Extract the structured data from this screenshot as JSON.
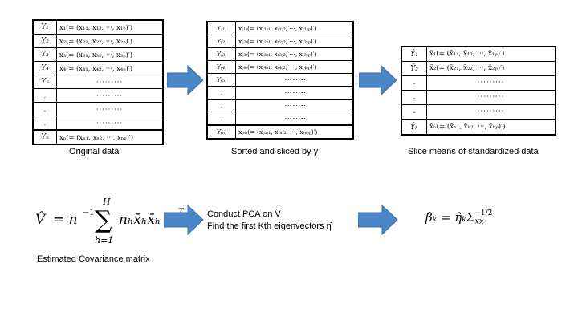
{
  "table_original": {
    "rows": [
      {
        "y": "Y₁",
        "x": "x₁(= (x₁₁, x₁₂, ···, x₁ₚ)′)"
      },
      {
        "y": "Y₂",
        "x": "x₂(= (x₂₁, x₂₂, ···, x₂ₚ)′)"
      },
      {
        "y": "Y₃",
        "x": "x₃(= (x₃₁, x₃₂, ···, x₃ₚ)′)"
      },
      {
        "y": "Y₄",
        "x": "x₄(= (x₄₁, x₄₂, ···, x₄ₚ)′)"
      },
      {
        "y": "Y₅",
        "x": "·········"
      },
      {
        "y": ".",
        "x": "·········"
      },
      {
        "y": ".",
        "x": "·········"
      },
      {
        "y": ".",
        "x": "·········"
      },
      {
        "y": "Yₙ",
        "x": "xₙ(= (xₙ₁, xₙ₂, ···, xₙₚ)′)"
      }
    ],
    "caption": "Original data"
  },
  "table_sorted": {
    "rows": [
      {
        "y": "Y₍₁₎",
        "x": "x₍₁₎(= (x₍₁₎₁, x₍₁₎₂, ···, x₍₁₎ₚ)′)"
      },
      {
        "y": "Y₍₂₎",
        "x": "x₍₂₎(= (x₍₂₎₁, x₍₂₎₂, ···, x₍₂₎ₚ)′)"
      },
      {
        "y": "Y₍₃₎",
        "x": "x₍₃₎(= (x₍₃₎₁, x₍₃₎₂, ···, x₍₃₎ₚ)′)"
      },
      {
        "y": "Y₍₄₎",
        "x": "x₍₄₎(= (x₍₄₎₁, x₍₄₎₂, ···, x₍₄₎ₚ)′)"
      },
      {
        "y": "Y₍₅₎",
        "x": "·········"
      },
      {
        "y": ".",
        "x": "·········"
      },
      {
        "y": ".",
        "x": "·········"
      },
      {
        "y": ".",
        "x": "·········"
      },
      {
        "y": "Y₍ₙ₎",
        "x": "x₍ₙ₎(= (x₍ₙ₎₁, x₍ₙ₎₂, ···, x₍ₙ₎ₚ)′)"
      }
    ],
    "caption": "Sorted and sliced by y"
  },
  "table_means": {
    "rows": [
      {
        "y": "Ȳ₁",
        "x": "x̄₁(= (x̄₁₁, x̄₁₂, ···, x̄₁ₚ)′)"
      },
      {
        "y": "Ȳ₂",
        "x": "x̄₂(= (x̄₂₁, x̄₂₂, ···, x̄₂ₚ)′)"
      },
      {
        "y": ".",
        "x": "·········"
      },
      {
        "y": ".",
        "x": "·········"
      },
      {
        "y": ".",
        "x": "·········"
      },
      {
        "y": "Ȳₕ",
        "x": "x̄ₕ(= (x̄ₕ₁, x̄ₕ₂, ···, x̄ₕₚ)′)"
      }
    ],
    "caption": "Slice means of standardized data"
  },
  "formula_v": {
    "lhs": "V̂",
    "eq": "= n",
    "exp": "−1",
    "sum_top": "H",
    "sum_sym": "∑",
    "sum_bottom": "h=1",
    "term": "nₕx̄ₕx̄ₕ",
    "term_exp": "T"
  },
  "formula_v_caption": "Estimated Covariance matrix",
  "pca_note": {
    "line1": "Conduct PCA on V̂",
    "line2": "Find the first Kth eigenvectors η̂"
  },
  "formula_beta": {
    "lhs": "β̂ₖ = η̂ₖΣ",
    "sub": "xx",
    "sup": "−1/2"
  },
  "colors": {
    "arrow_fill": "#4a86c8",
    "arrow_stroke": "#3a6fa8"
  }
}
